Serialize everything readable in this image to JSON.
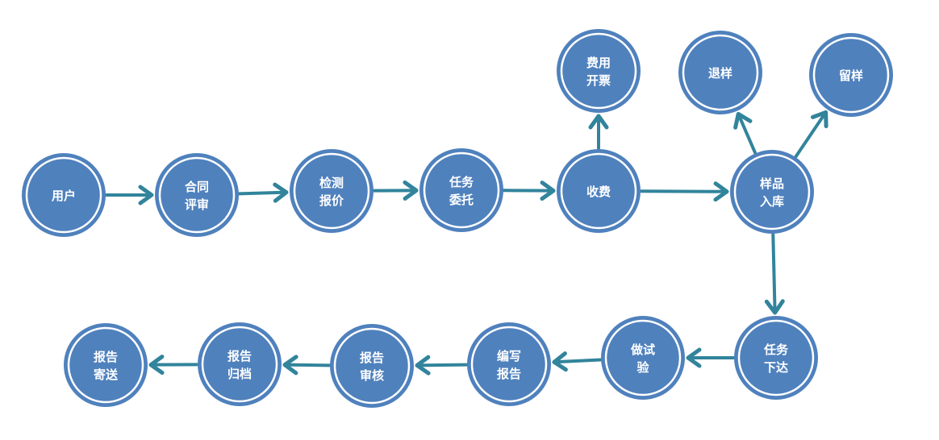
{
  "diagram": {
    "title": "检测业务流程图",
    "colors": {
      "node_fill": "#4f81bd",
      "node_ring": "#ffffff",
      "arrow": "#31849b",
      "text": "#ffffff"
    },
    "nodes": [
      {
        "id": "user",
        "lines": [
          "用户"
        ]
      },
      {
        "id": "contract_review",
        "lines": [
          "合同",
          "评审"
        ]
      },
      {
        "id": "test_quote",
        "lines": [
          "检测",
          "报价"
        ]
      },
      {
        "id": "task_commission",
        "lines": [
          "任务",
          "委托"
        ]
      },
      {
        "id": "charge",
        "lines": [
          "收费"
        ]
      },
      {
        "id": "invoice",
        "lines": [
          "费用",
          "开票"
        ]
      },
      {
        "id": "sample_storage",
        "lines": [
          "样品",
          "入库"
        ]
      },
      {
        "id": "return_sample",
        "lines": [
          "退样"
        ]
      },
      {
        "id": "retain_sample",
        "lines": [
          "留样"
        ]
      },
      {
        "id": "task_issue",
        "lines": [
          "任务",
          "下达"
        ]
      },
      {
        "id": "do_test",
        "lines": [
          "做试",
          "验"
        ]
      },
      {
        "id": "write_report",
        "lines": [
          "编写",
          "报告"
        ]
      },
      {
        "id": "report_review",
        "lines": [
          "报告",
          "审核"
        ]
      },
      {
        "id": "report_archive",
        "lines": [
          "报告",
          "归档"
        ]
      },
      {
        "id": "report_send",
        "lines": [
          "报告",
          "寄送"
        ]
      }
    ],
    "edges": [
      {
        "from": "user",
        "to": "contract_review"
      },
      {
        "from": "contract_review",
        "to": "test_quote"
      },
      {
        "from": "test_quote",
        "to": "task_commission"
      },
      {
        "from": "task_commission",
        "to": "charge"
      },
      {
        "from": "charge",
        "to": "invoice"
      },
      {
        "from": "charge",
        "to": "sample_storage"
      },
      {
        "from": "sample_storage",
        "to": "return_sample"
      },
      {
        "from": "sample_storage",
        "to": "retain_sample"
      },
      {
        "from": "sample_storage",
        "to": "task_issue"
      },
      {
        "from": "task_issue",
        "to": "do_test"
      },
      {
        "from": "do_test",
        "to": "write_report"
      },
      {
        "from": "write_report",
        "to": "report_review"
      },
      {
        "from": "report_review",
        "to": "report_archive"
      },
      {
        "from": "report_archive",
        "to": "report_send"
      }
    ]
  }
}
